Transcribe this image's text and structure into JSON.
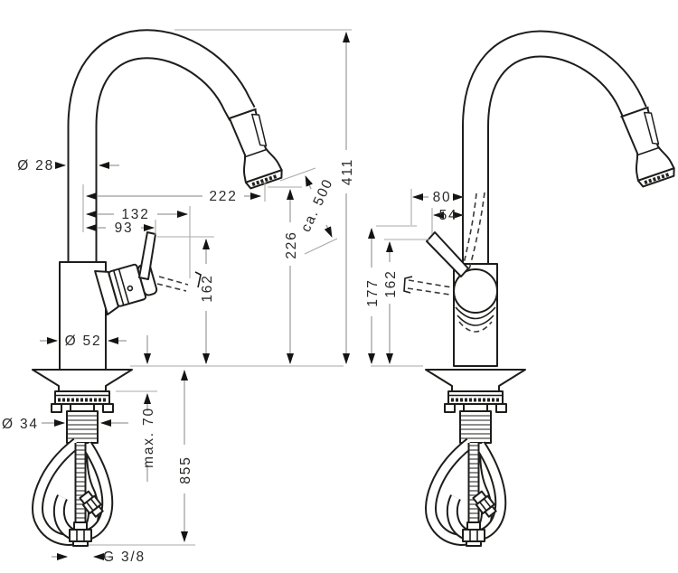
{
  "drawing_colors": {
    "background": "#ffffff",
    "outline": "#1d1d1b",
    "dimension_line": "#9a9a9a",
    "label_text": "#2a2a28"
  },
  "side_view": {
    "spout_pipe_diameter": "Ø 28",
    "spout_reach": "222",
    "reach_mid": "132",
    "handle_reach": "93",
    "outlet_height": "226",
    "pullout_hose_length": "ca. 500",
    "total_height": "411",
    "handle_height": "162",
    "body_diameter": "Ø 52",
    "shank_diameter": "Ø 34",
    "max_counter_thickness": "max. 70",
    "supply_hose_length": "855",
    "connection_thread": "G 3/8"
  },
  "front_view": {
    "handle_swing_width": "80",
    "handle_width": "54",
    "handle_tip_height": "177",
    "handle_height": "162"
  }
}
